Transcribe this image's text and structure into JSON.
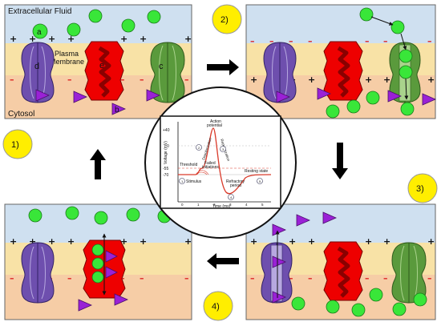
{
  "labels": {
    "extracellular": "Extracellular Fluid",
    "membrane_line1": "Plasma",
    "membrane_line2": "Membrane",
    "cytosol": "Cytosol",
    "a": "a",
    "b": "b",
    "c": "c",
    "d": "d",
    "e": "e"
  },
  "steps": [
    "1)",
    "2)",
    "3)",
    "4)"
  ],
  "inset": {
    "peak": "+40",
    "zero": "0",
    "threshold_val": "-55",
    "rest_val": "-70",
    "ylabel": "Voltage (mV)",
    "xlabel": "Time (ms)",
    "xticks": [
      "0",
      "1",
      "2",
      "3",
      "4",
      "5"
    ],
    "action_potential_1": "Action",
    "action_potential_2": "potential",
    "depolarization": "Depolarization",
    "repolarization": "Repolarization",
    "threshold": "Threshold",
    "stimulus": "Stimulus",
    "failed_1": "Failed",
    "failed_2": "initiations",
    "refractory_1": "Refractory",
    "refractory_2": "period",
    "resting": "Resting state",
    "markers": [
      "1",
      "2",
      "3",
      "4",
      "5"
    ]
  },
  "colors": {
    "extracellular": "#cfe0f0",
    "membrane": "#f8e2a6",
    "cytosol": "#f6cda6",
    "na_ion": "#39e639",
    "k_ion": "#9a21d6",
    "na_channel": "#ee0000",
    "k_channel": "#6e4fae",
    "leak_channel": "#5a9a3c",
    "step_circle": "#ffee00",
    "ap_curve": "#d93a2a"
  }
}
